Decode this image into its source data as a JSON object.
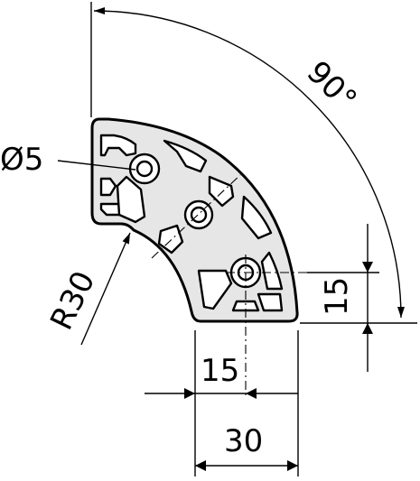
{
  "drawing": {
    "angle_label": "90°",
    "hole_label": "Ø5",
    "radius_label": "R30",
    "dim_vertical_label": "15",
    "dim_horizontal_half_label": "15",
    "dim_horizontal_full_label": "30"
  }
}
